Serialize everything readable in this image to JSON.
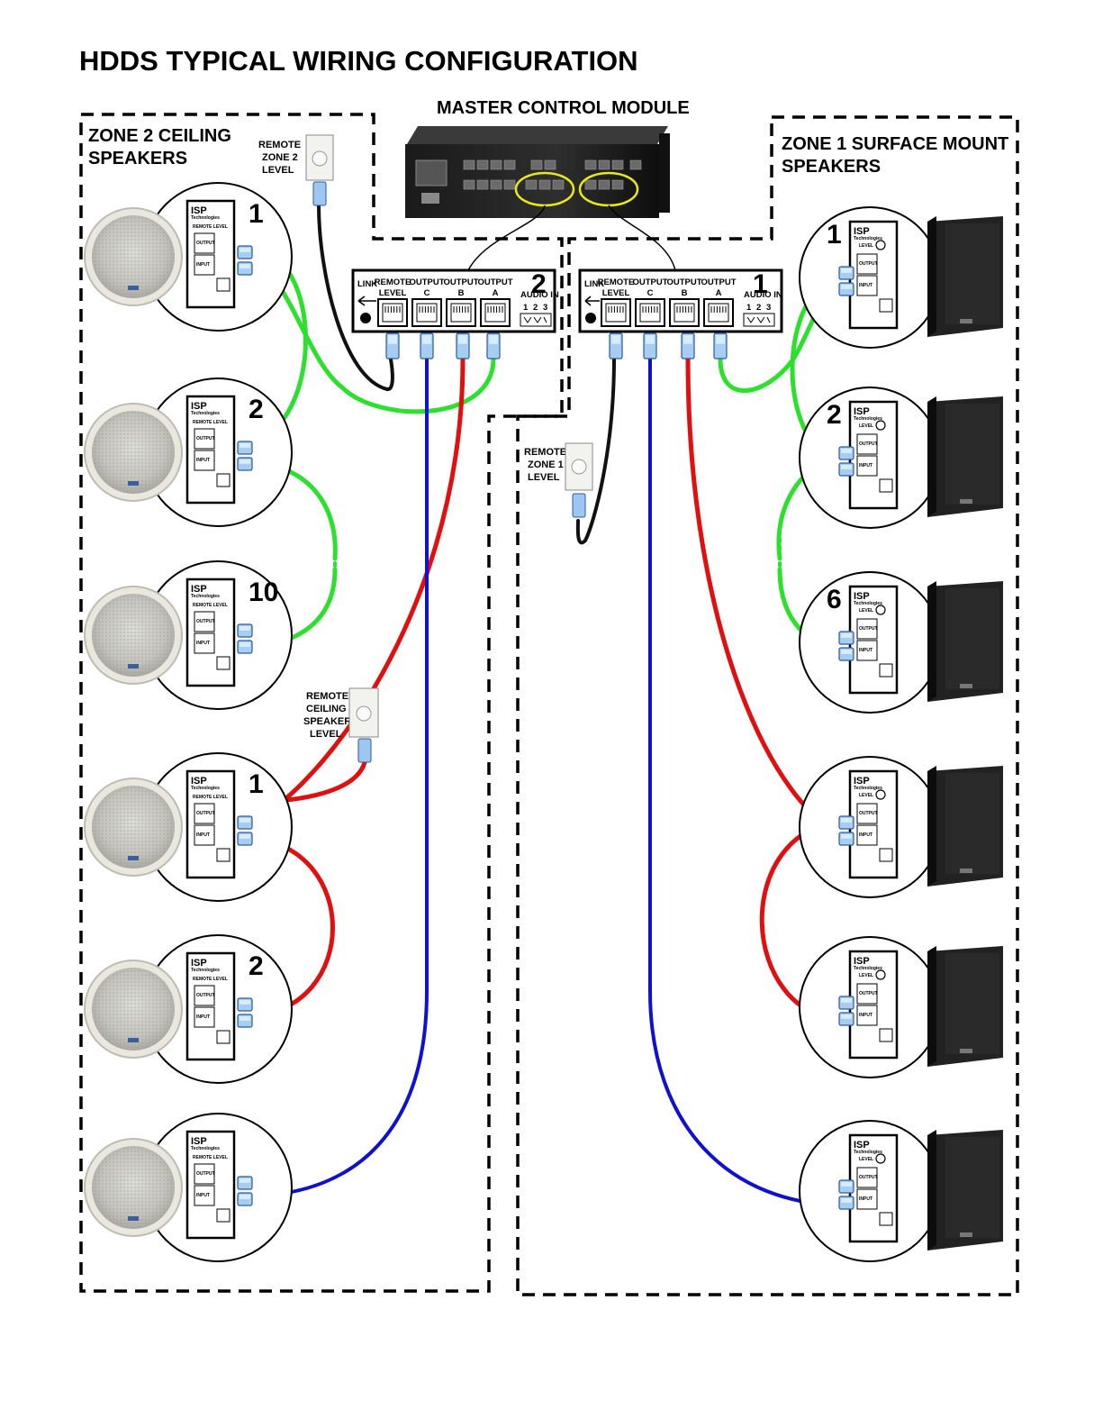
{
  "title": "HDDS TYPICAL WIRING CONFIGURATION",
  "master_label": "MASTER CONTROL MODULE",
  "zone2_label": [
    "ZONE 2 CEILING",
    "SPEAKERS"
  ],
  "zone1_label": [
    "ZONE 1 SURFACE MOUNT",
    "SPEAKERS"
  ],
  "remote_zone2": [
    "REMOTE",
    "ZONE 2",
    "LEVEL"
  ],
  "remote_zone1": [
    "REMOTE",
    "ZONE 1",
    "LEVEL"
  ],
  "remote_ceiling": [
    "REMOTE",
    "CEILING",
    "SPEAKER",
    "LEVEL"
  ],
  "panel_zone2": {
    "number": "2",
    "link": "LINK",
    "ports": [
      [
        "REMOTE",
        "LEVEL"
      ],
      [
        "OUTPUT",
        "C"
      ],
      [
        "OUTPUT",
        "B"
      ],
      [
        "OUTPUT",
        "A"
      ]
    ],
    "audio_in": "AUDIO IN",
    "pins": [
      "1",
      "2",
      "3"
    ]
  },
  "panel_zone1": {
    "number": "1",
    "link": "LINK",
    "ports": [
      [
        "REMOTE",
        "LEVEL"
      ],
      [
        "OUTPUT",
        "C"
      ],
      [
        "OUTPUT",
        "B"
      ],
      [
        "OUTPUT",
        "A"
      ]
    ],
    "audio_in": "AUDIO IN",
    "pins": [
      "1",
      "2",
      "3"
    ]
  },
  "left_speakers": [
    {
      "number": "1"
    },
    {
      "number": "2"
    },
    {
      "number": "10"
    },
    {
      "number": "1"
    },
    {
      "number": "2"
    },
    {
      "number": ""
    }
  ],
  "right_speakers": [
    {
      "number": "1"
    },
    {
      "number": "2"
    },
    {
      "number": "6"
    },
    {
      "number": ""
    },
    {
      "number": ""
    },
    {
      "number": ""
    }
  ],
  "module_brand": "ISP",
  "module_sub": "Technologies",
  "module_labels": {
    "remote": "REMOTE LEVEL",
    "level": "LEVEL",
    "output": "OUTPUT",
    "input": "INPUT"
  },
  "colors": {
    "green": "#2ee02e",
    "red": "#e01010",
    "blue": "#1010d0",
    "black": "#111111"
  }
}
